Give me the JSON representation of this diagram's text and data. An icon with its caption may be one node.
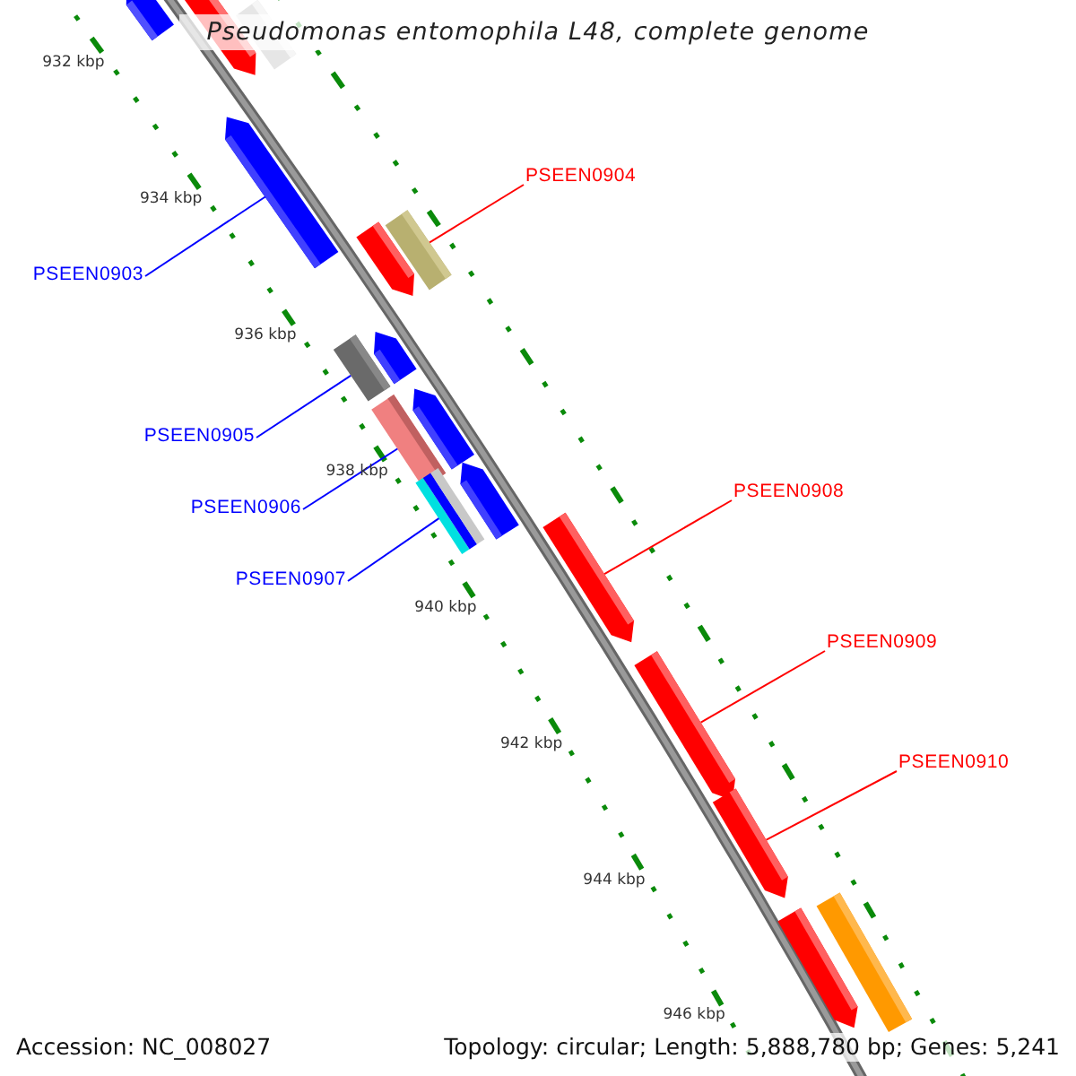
{
  "diagram": {
    "title": "Pseudomonas entomophila L48, complete genome",
    "nodes": [
      {
        "text": [],
        "shape": "bar"
      },
      {
        "text": [],
        "shape": "bar"
      },
      {
        "text": [],
        "shape": "bar"
      },
      {
        "text": [],
        "shape": "bar"
      },
      {
        "text": [],
        "shape": "bar"
      },
      {
        "text": [],
        "shape": "bar"
      },
      {
        "text": [],
        "shape": "bar"
      },
      {
        "text": [],
        "shape": "bar"
      },
      {
        "text": [],
        "shape": "bar"
      },
      {
        "text": [],
        "shape": "bar"
      },
      {
        "text": [],
        "shape": "bar"
      },
      {
        "text": [],
        "shape": "bar"
      },
      {
        "text": [],
        "shape": "bar"
      },
      {
        "text": [],
        "shape": "bar"
      },
      {
        "text": [],
        "shape": "bar"
      },
      {
        "text": [],
        "shape": "bar"
      },
      {
        "text": [],
        "shape": "bar"
      },
      {
        "text": [],
        "shape": "bar"
      },
      {
        "text": [],
        "shape": "bar"
      },
      {
        "text": [
          "PSEEN0903"
        ]
      },
      {
        "text": [
          "PSEEN0904"
        ]
      },
      {
        "text": [
          "PSEEN0905"
        ]
      },
      {
        "text": [
          "PSEEN0906"
        ]
      },
      {
        "text": [
          "PSEEN0907"
        ]
      },
      {
        "text": [
          "PSEEN0908"
        ]
      },
      {
        "text": [
          "PSEEN0909"
        ]
      },
      {
        "text": [
          "PSEEN0910"
        ]
      }
    ],
    "edges": [
      {
        "from": 19,
        "to": 3,
        "arrow": "none"
      },
      {
        "from": 20,
        "to": 5,
        "arrow": "none",
        "color": "#ff0000"
      },
      {
        "from": 21,
        "to": 6,
        "arrow": "none"
      },
      {
        "from": 22,
        "to": 8,
        "arrow": "none"
      },
      {
        "from": 23,
        "to": 10,
        "arrow": "none"
      },
      {
        "from": 24,
        "to": 14,
        "arrow": "none",
        "color": "#ff0000"
      },
      {
        "from": 25,
        "to": 15,
        "arrow": "none",
        "color": "#ff0000"
      },
      {
        "from": 26,
        "to": 16,
        "arrow": "none",
        "color": "#ff0000"
      }
    ],
    "labels": [
      "932 kbp",
      "934 kbp",
      "936 kbp",
      "938 kbp",
      "940 kbp",
      "942 kbp",
      "944 kbp",
      "946 kbp",
      "Accession: NC_008027",
      "Topology: circular; Length: 5,888,780 bp; Genes: 5,241"
    ]
  }
}
